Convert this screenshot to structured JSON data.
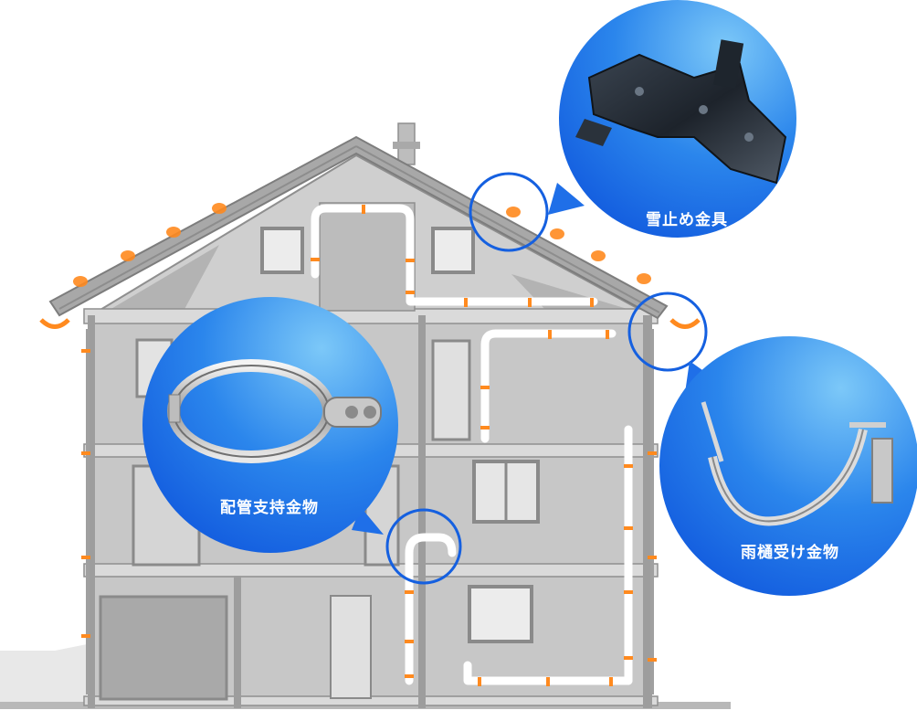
{
  "callouts": {
    "snow_guard": {
      "label": "雪止め金具"
    },
    "pipe_support": {
      "label": "配管支持金物"
    },
    "gutter_bracket": {
      "label": "雨樋受け金物"
    }
  },
  "colors": {
    "callout_blue": "#1a6fe8",
    "callout_light": "#6fc0f7",
    "highlight_orange": "#ff8a1f",
    "pipe_white": "#ffffff",
    "wall_gray": "#c9c9c9",
    "frame_gray": "#8f8f8f"
  },
  "icons": {
    "snow_guard": "snow-guard-bracket-icon",
    "pipe_support": "pipe-clamp-icon",
    "gutter_bracket": "gutter-hanger-icon"
  }
}
